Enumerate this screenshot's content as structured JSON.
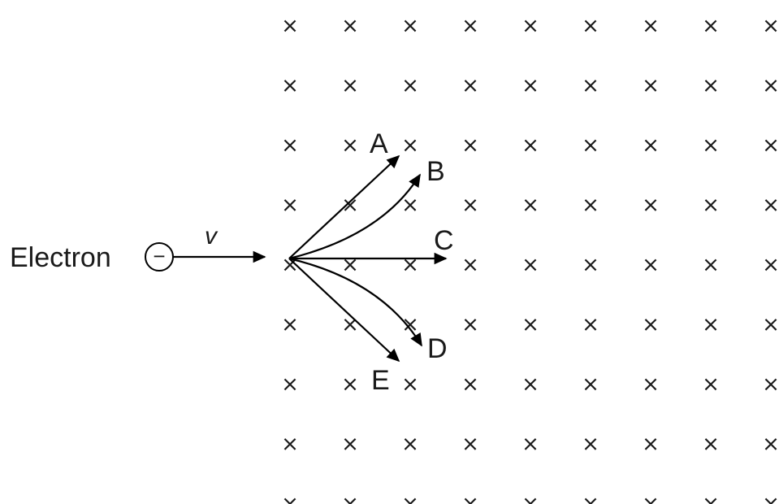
{
  "particle": {
    "label": "Electron",
    "charge_symbol": "−"
  },
  "velocity_label": "v",
  "field": {
    "mark": "×",
    "rows": 9,
    "cols": 9
  },
  "paths": [
    {
      "id": "A",
      "label": "A"
    },
    {
      "id": "B",
      "label": "B"
    },
    {
      "id": "C",
      "label": "C"
    },
    {
      "id": "D",
      "label": "D"
    },
    {
      "id": "E",
      "label": "E"
    }
  ],
  "colors": {
    "ink": "#000000",
    "background": "#ffffff"
  }
}
